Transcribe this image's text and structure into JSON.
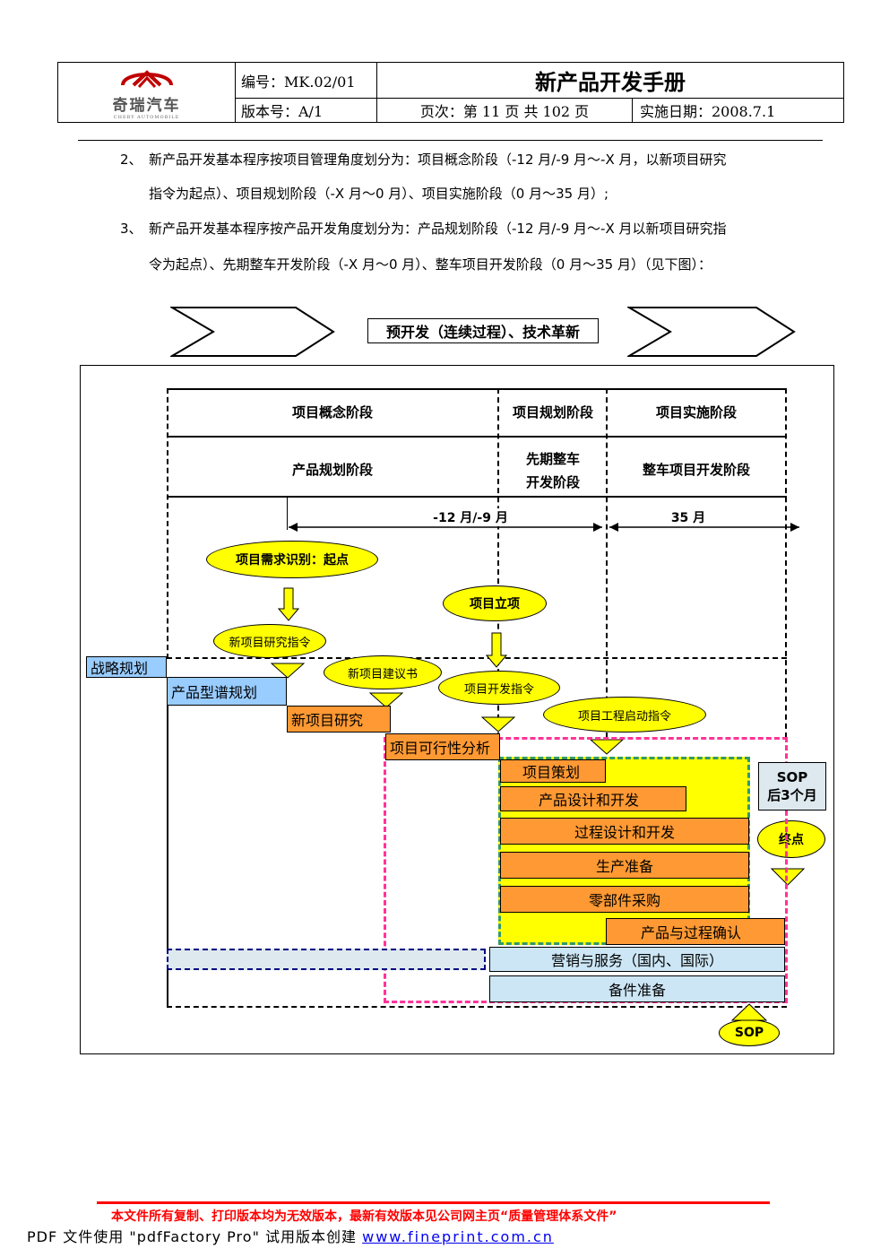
{
  "header": {
    "logo_text": "奇瑞汽车",
    "logo_sub": "CHERY AUTOMOBILE",
    "code": "编号：MK.02/01",
    "title": "新产品开发手册",
    "version": "版本号：A/1",
    "page": "页次：第 11 页  共 102 页",
    "date": "实施日期：2008.7.1"
  },
  "paragraphs": {
    "p2_num": "2、",
    "p2_line1": "新产品开发基本程序按项目管理角度划分为：项目概念阶段（-12 月/-9 月～-X 月，以新项目研究",
    "p2_line2": "指令为起点）、项目规划阶段（-X 月～0 月）、项目实施阶段（0 月～35 月）;",
    "p3_num": "3、",
    "p3_line1": "新产品开发基本程序按产品开发角度划分为：产品规划阶段（-12 月/-9 月～-X 月以新项目研究指",
    "p3_line2": "令为起点）、先期整车开发阶段（-X 月～0 月）、整车项目开发阶段（0 月～35 月）（见下图）："
  },
  "diagram": {
    "top_banner": "预开发（连续过程）、技术革新",
    "phases_pm": [
      "项目概念阶段",
      "项目规划阶段",
      "项目实施阶段"
    ],
    "phases_pd": [
      "产品规划阶段",
      "先期整车\n开发阶段",
      "整车项目开发阶段"
    ],
    "phase_pd_2a": "先期整车",
    "phase_pd_2b": "开发阶段",
    "time_left": "-12 月/-9 月",
    "time_right": "35 月",
    "oval_start": "项目需求识别：起点",
    "oval_approval": "项目立项",
    "oval_research": "新项目研究指令",
    "oval_proposal": "新项目建议书",
    "oval_dev": "项目开发指令",
    "oval_eng": "项目工程启动指令",
    "box_strategy": "战略规划",
    "box_spectrum": "产品型谱规划",
    "box_research": "新项目研究",
    "box_feasibility": "项目可行性分析",
    "box_planning": "项目策划",
    "box_product_design": "产品设计和开发",
    "box_process_design": "过程设计和开发",
    "box_production": "生产准备",
    "box_purchase": "零部件采购",
    "box_validation": "产品与过程确认",
    "box_marketing": "营销与服务（国内、国际）",
    "box_spares": "备件准备",
    "sop_after_1": "SOP",
    "sop_after_2": "后3个月",
    "end_point": "终点",
    "sop": "SOP"
  },
  "footer": {
    "notice": "本文件所有复制、打印版本均为无效版本，最新有效版本见公司网主页“质量管理体系文件”",
    "pdf_text": "PDF 文件使用 \"pdfFactory Pro\" 试用版本创建 ",
    "pdf_link": "www.fineprint.com.cn"
  },
  "colors": {
    "yellow": "#ffff00",
    "orange": "#ff9933",
    "blue": "#99ccff",
    "light_blue": "#cce6f5",
    "magenta": "#ff3399",
    "green": "#339966",
    "navy": "#000080",
    "red": "#ff0000"
  }
}
